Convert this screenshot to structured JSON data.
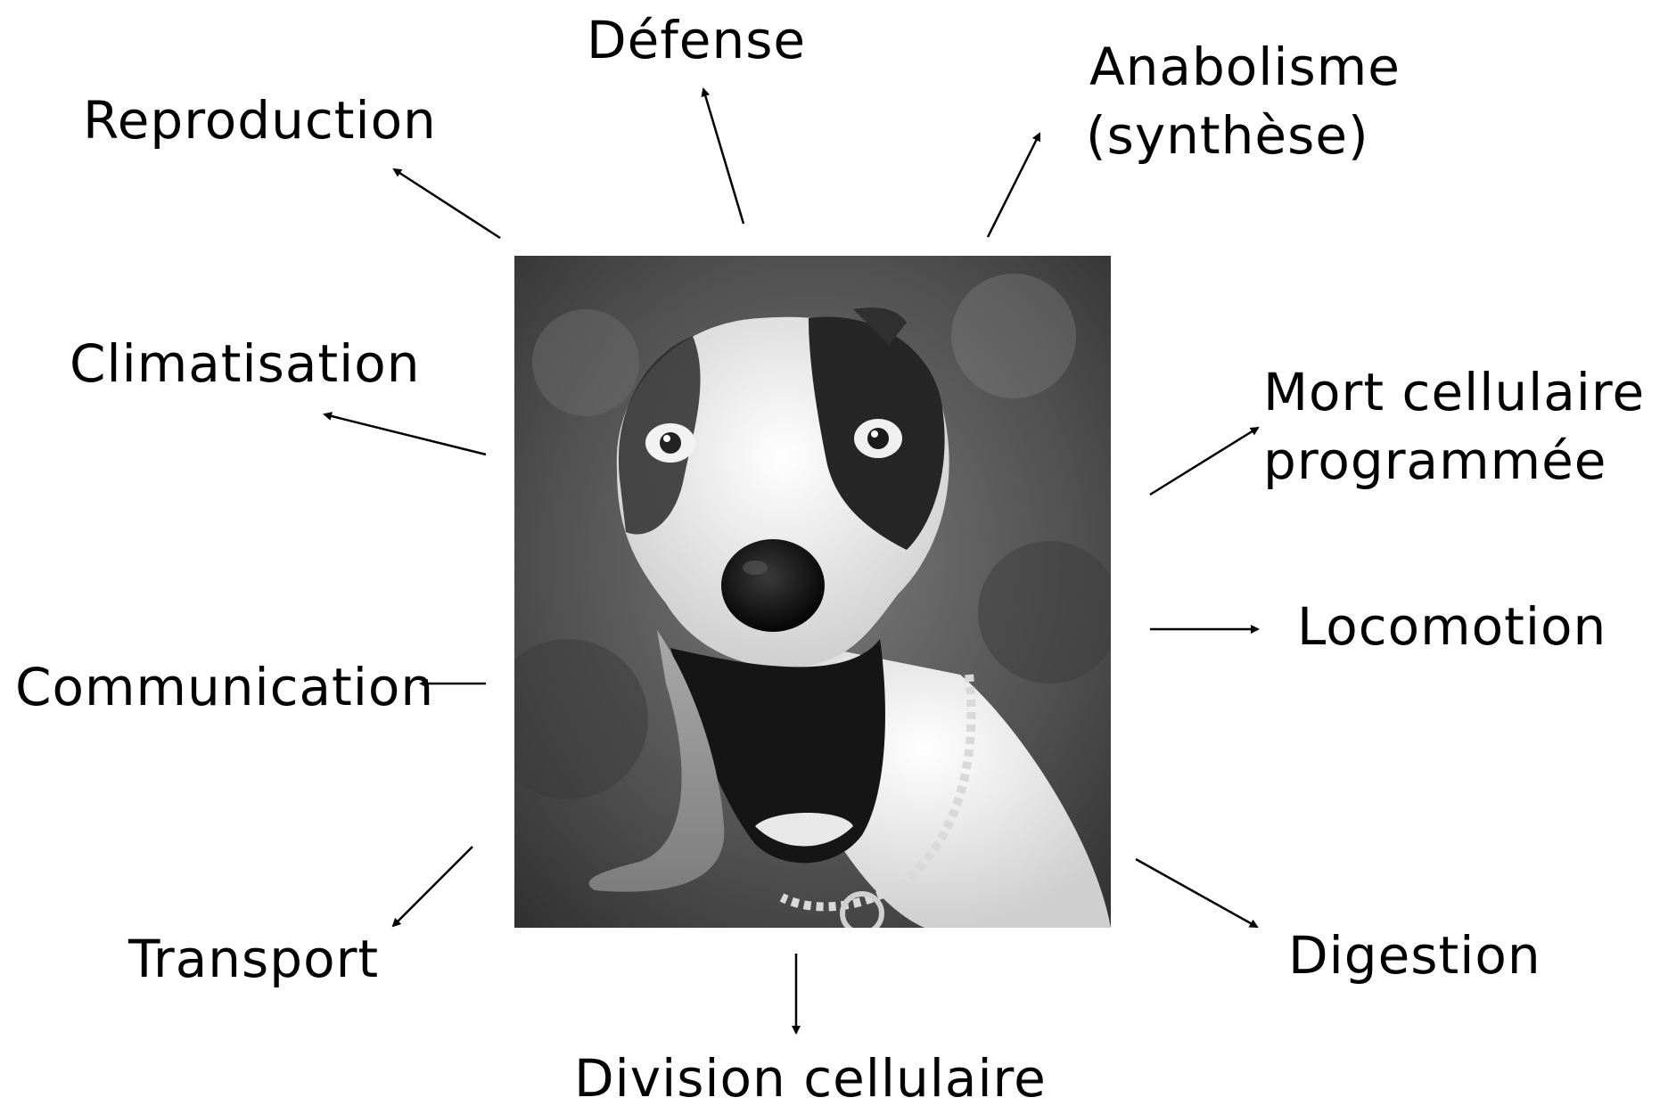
{
  "functions": {
    "defense": "Défense",
    "reproduction": "Reproduction",
    "anabolism_line1": "Anabolisme",
    "anabolism_line2": "(synthèse)",
    "climatisation": "Climatisation",
    "programmed_death_line1": "Mort cellulaire",
    "programmed_death_line2": "programmée",
    "locomotion": "Locomotion",
    "communication": "Communication",
    "transport": "Transport",
    "digestion": "Digestion",
    "cell_division": "Division cellulaire"
  },
  "colors": {
    "text": "#000000",
    "arrow": "#000000",
    "background": "#ffffff"
  },
  "photo": {
    "subject": "dog-face-black-and-white"
  }
}
